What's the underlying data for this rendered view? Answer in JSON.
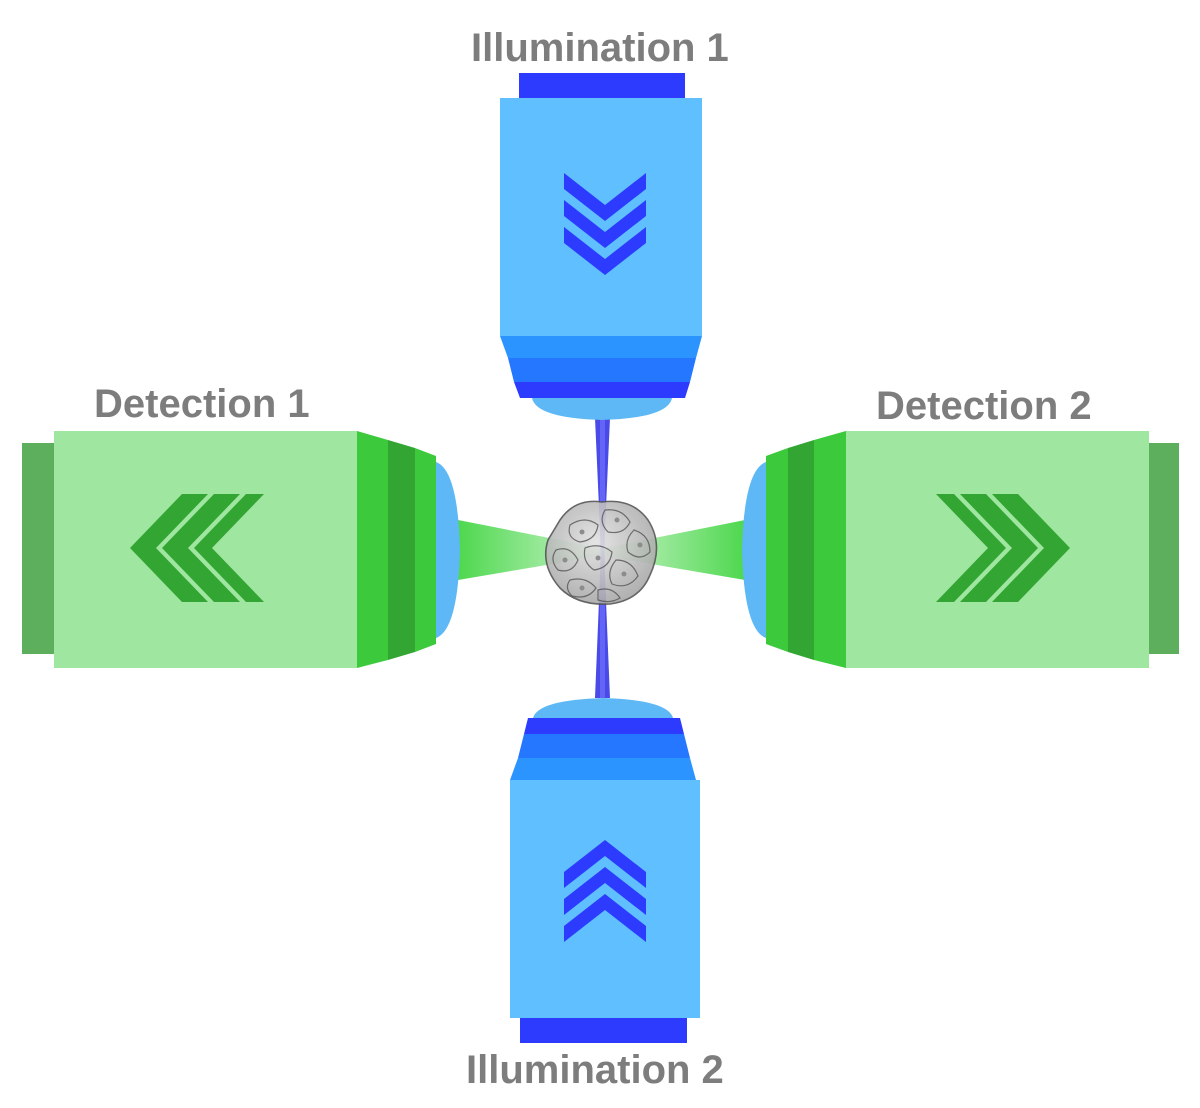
{
  "labels": {
    "illumination_1": "Illumination 1",
    "illumination_2": "Illumination 2",
    "detection_1": "Detection 1",
    "detection_2": "Detection 2"
  },
  "colors": {
    "illumination_body": "#5fbfff",
    "illumination_dark": "#2d3bff",
    "illumination_mid": "#2677ff",
    "illumination_light": "#2b94ff",
    "detection_body": "#9fe6a0",
    "detection_dark": "#5daf5e",
    "detection_green": "#3cc93c",
    "detection_green_dark": "#33a533",
    "detection_lens": "#5db8f5",
    "light_sheet": "#4a4ae8",
    "emission": "#2fd12f",
    "sample": "#c4c4c4",
    "label_text": "#7d7d7d"
  },
  "icons": [
    "chevron-down-icon",
    "chevron-up-icon",
    "chevron-left-icon",
    "chevron-right-icon"
  ]
}
